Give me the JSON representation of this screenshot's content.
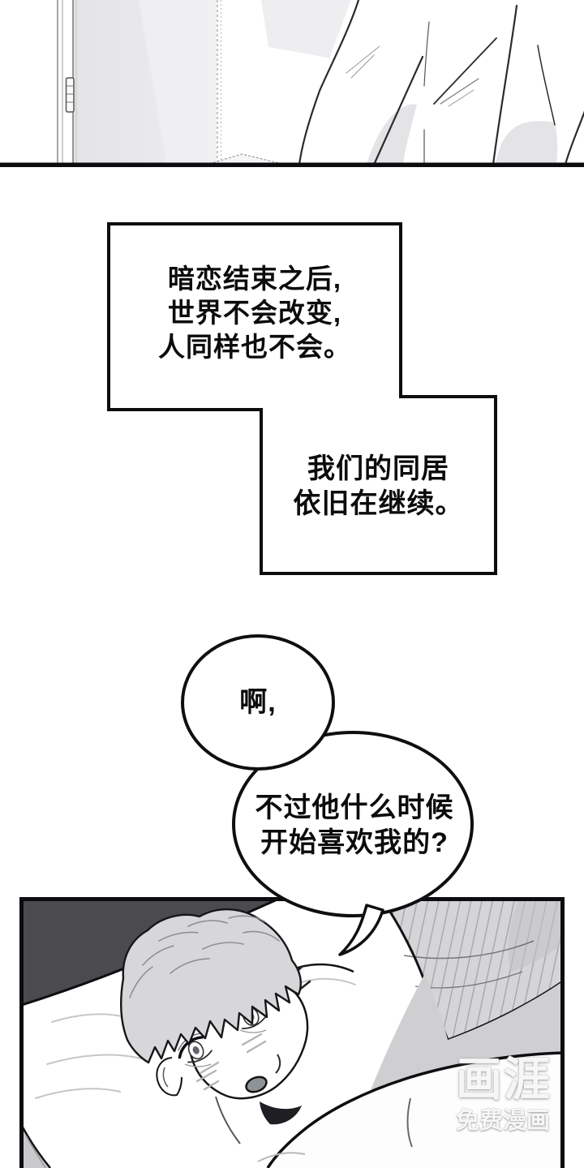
{
  "narration": {
    "box1": {
      "lines": [
        "暗恋结束之后,",
        "世界不会改变,",
        "人同样也不会。"
      ]
    },
    "box2": {
      "lines": [
        "我们的同居",
        "依旧在继续。"
      ]
    }
  },
  "speech": {
    "bubble1": {
      "text": "啊,"
    },
    "bubble2": {
      "lines": [
        "不过他什么时候",
        "开始喜欢我的?"
      ]
    }
  },
  "watermark": {
    "logo": "画涯",
    "tagline": "免费漫画"
  },
  "colors": {
    "paper": "#ffffff",
    "ink": "#0d0d0f",
    "wall": "#4b4b4f",
    "hair": "#d7d7d9",
    "mat": "#d5d5d7",
    "blanket": "#cfcfd1",
    "blanket_dark": "#b5b5b7",
    "mouth": "#8e9398"
  }
}
